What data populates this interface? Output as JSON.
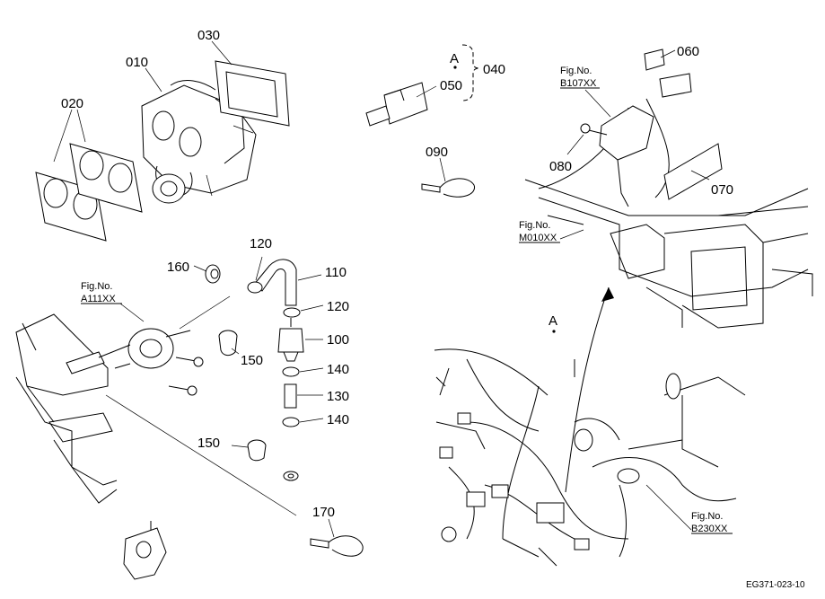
{
  "parts": {
    "p010": "010",
    "p020": "020",
    "p030": "030",
    "p040": "040",
    "p050": "050",
    "p060": "060",
    "p070": "070",
    "p080": "080",
    "p090": "090",
    "p100": "100",
    "p110": "110",
    "p120a": "120",
    "p120b": "120",
    "p130": "130",
    "p140a": "140",
    "p140b": "140",
    "p150a": "150",
    "p150b": "150",
    "p160": "160",
    "p170": "170"
  },
  "refs": {
    "a_label_1": "A",
    "a_label_2": "A",
    "fig_b107_1": "Fig.No.",
    "fig_b107_2": "B107XX",
    "fig_a111_1": "Fig.No.",
    "fig_a111_2": "A111XX",
    "fig_m010_1": "Fig.No.",
    "fig_m010_2": "M010XX",
    "fig_b230_1": "Fig.No.",
    "fig_b230_2": "B230XX"
  },
  "footer": {
    "drawing_code": "EG371-023-10"
  }
}
